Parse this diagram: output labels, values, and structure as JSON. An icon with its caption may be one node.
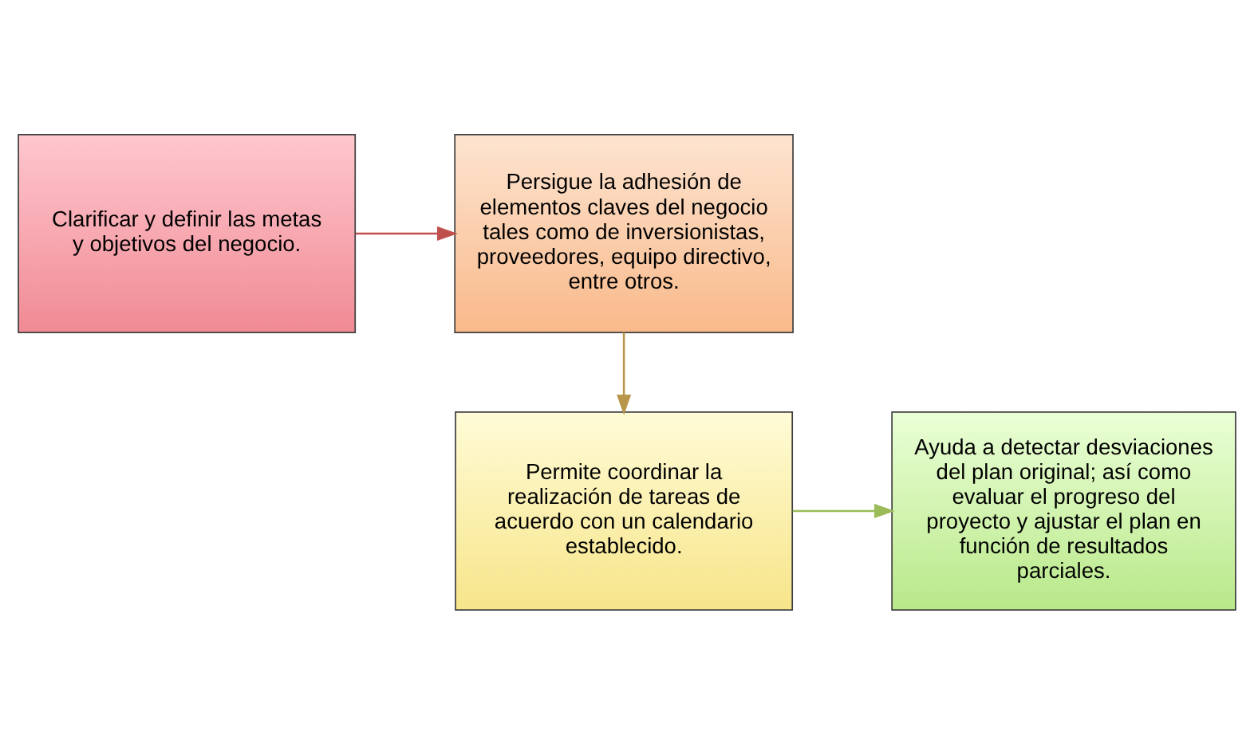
{
  "diagram": {
    "nodes": [
      {
        "text": [
          "Clarificar y definir las metas y objetivos del negocio."
        ]
      },
      {
        "text": [
          "Persigue la adhesión de elementos claves del negocio tales como de inversionistas, proveedores, equipo directivo, entre otros."
        ]
      },
      {
        "text": [
          "Permite coordinar la realización de tareas de acuerdo con un calendario establecido."
        ]
      },
      {
        "text": [
          "Ayuda a detectar desviaciones del plan original; así como evaluar el progreso del proyecto y ajustar el plan en función de resultados parciales."
        ]
      }
    ],
    "edges": [
      {
        "from": 0,
        "to": 1,
        "arrow": "to",
        "color": "#c0504d"
      },
      {
        "from": 1,
        "to": 2,
        "arrow": "to",
        "color": "#b8964a"
      },
      {
        "from": 2,
        "to": 3,
        "arrow": "to",
        "color": "#9bbb59"
      }
    ]
  }
}
